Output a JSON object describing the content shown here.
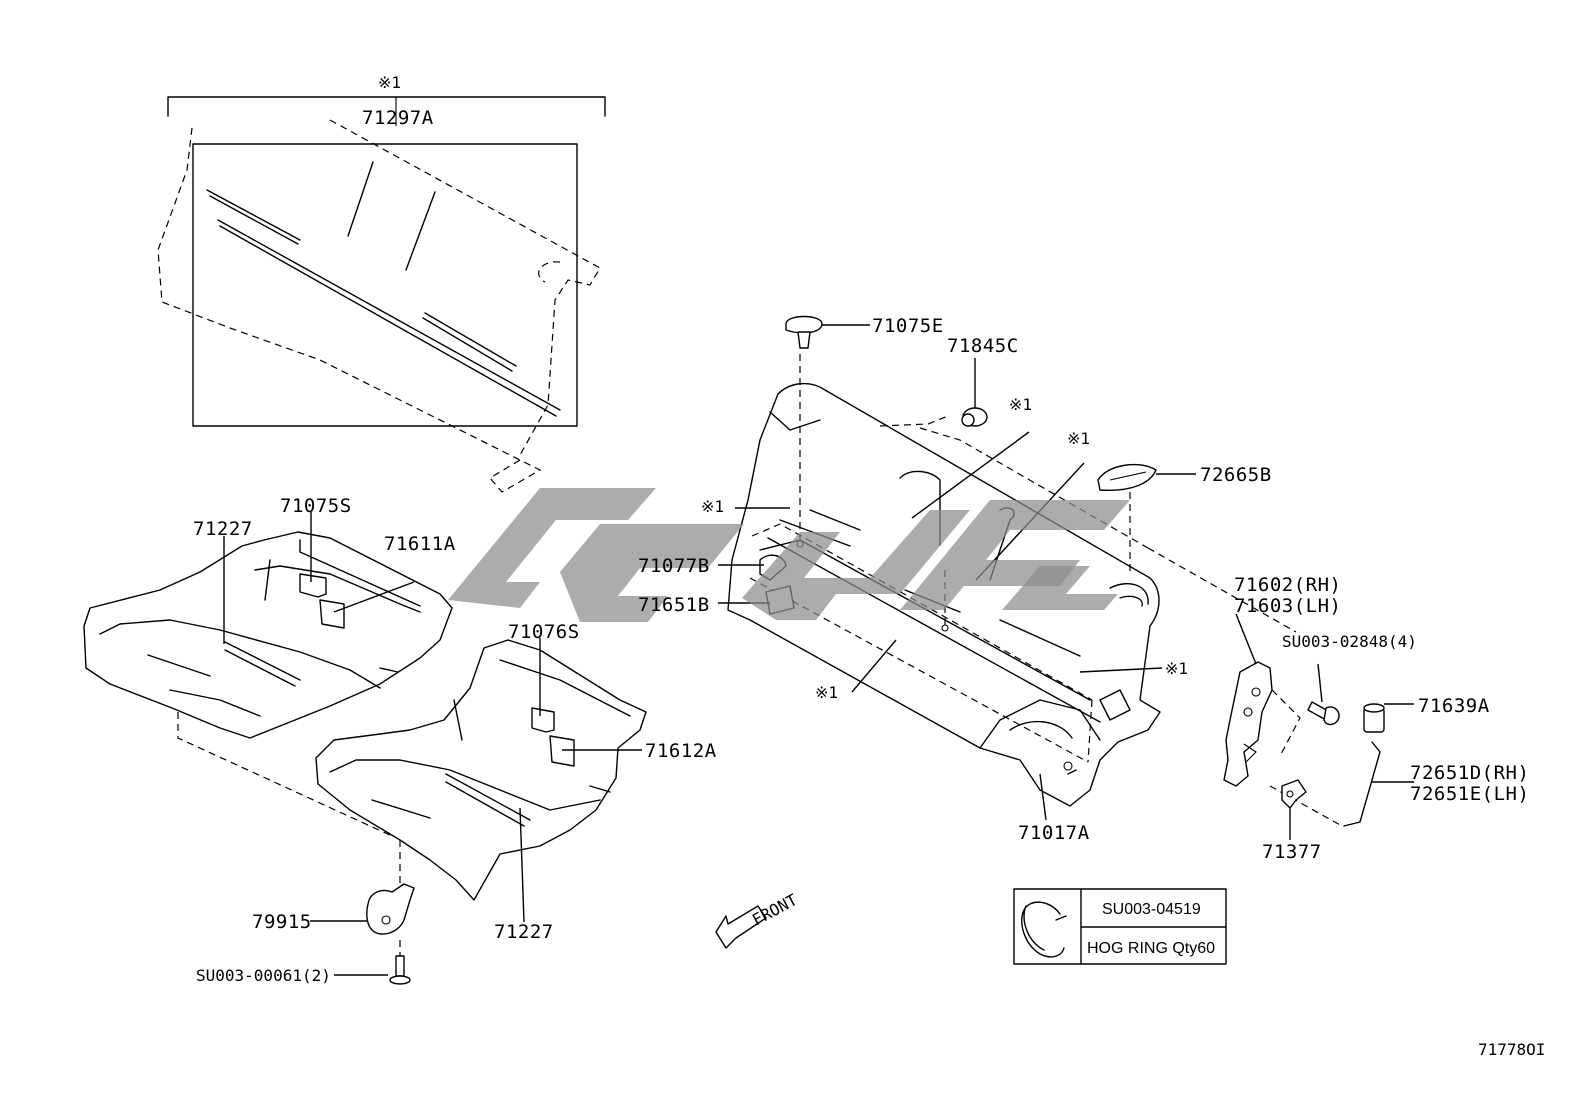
{
  "diagram": {
    "part_labels": {
      "p71297A": "71297A",
      "p71075E": "71075E",
      "p71845C": "71845C",
      "p72665B": "72665B",
      "p71075S": "71075S",
      "p71227a": "71227",
      "p71611A": "71611A",
      "p71077B": "71077B",
      "p71651B": "71651B",
      "p71076S": "71076S",
      "p71612A": "71612A",
      "p71602": "71602(RH)",
      "p71603": "71603(LH)",
      "pSU003_02848": "SU003-02848(4)",
      "p71639A": "71639A",
      "p72651D": "72651D(RH)",
      "p72651E": "72651E(LH)",
      "p71017A": "71017A",
      "p71377": "71377",
      "p79915": "79915",
      "p71227b": "71227",
      "pSU003_00061": "SU003-00061(2)"
    },
    "note_mark": "※1",
    "front_label": "FRONT",
    "hog_ring_table": {
      "part_no": "SU003-04519",
      "description": "HOG RING Qty60"
    },
    "diagram_id": "71778OI"
  },
  "colors": {
    "line": "#000000",
    "background": "#ffffff",
    "watermark": "#8c8c8c"
  }
}
